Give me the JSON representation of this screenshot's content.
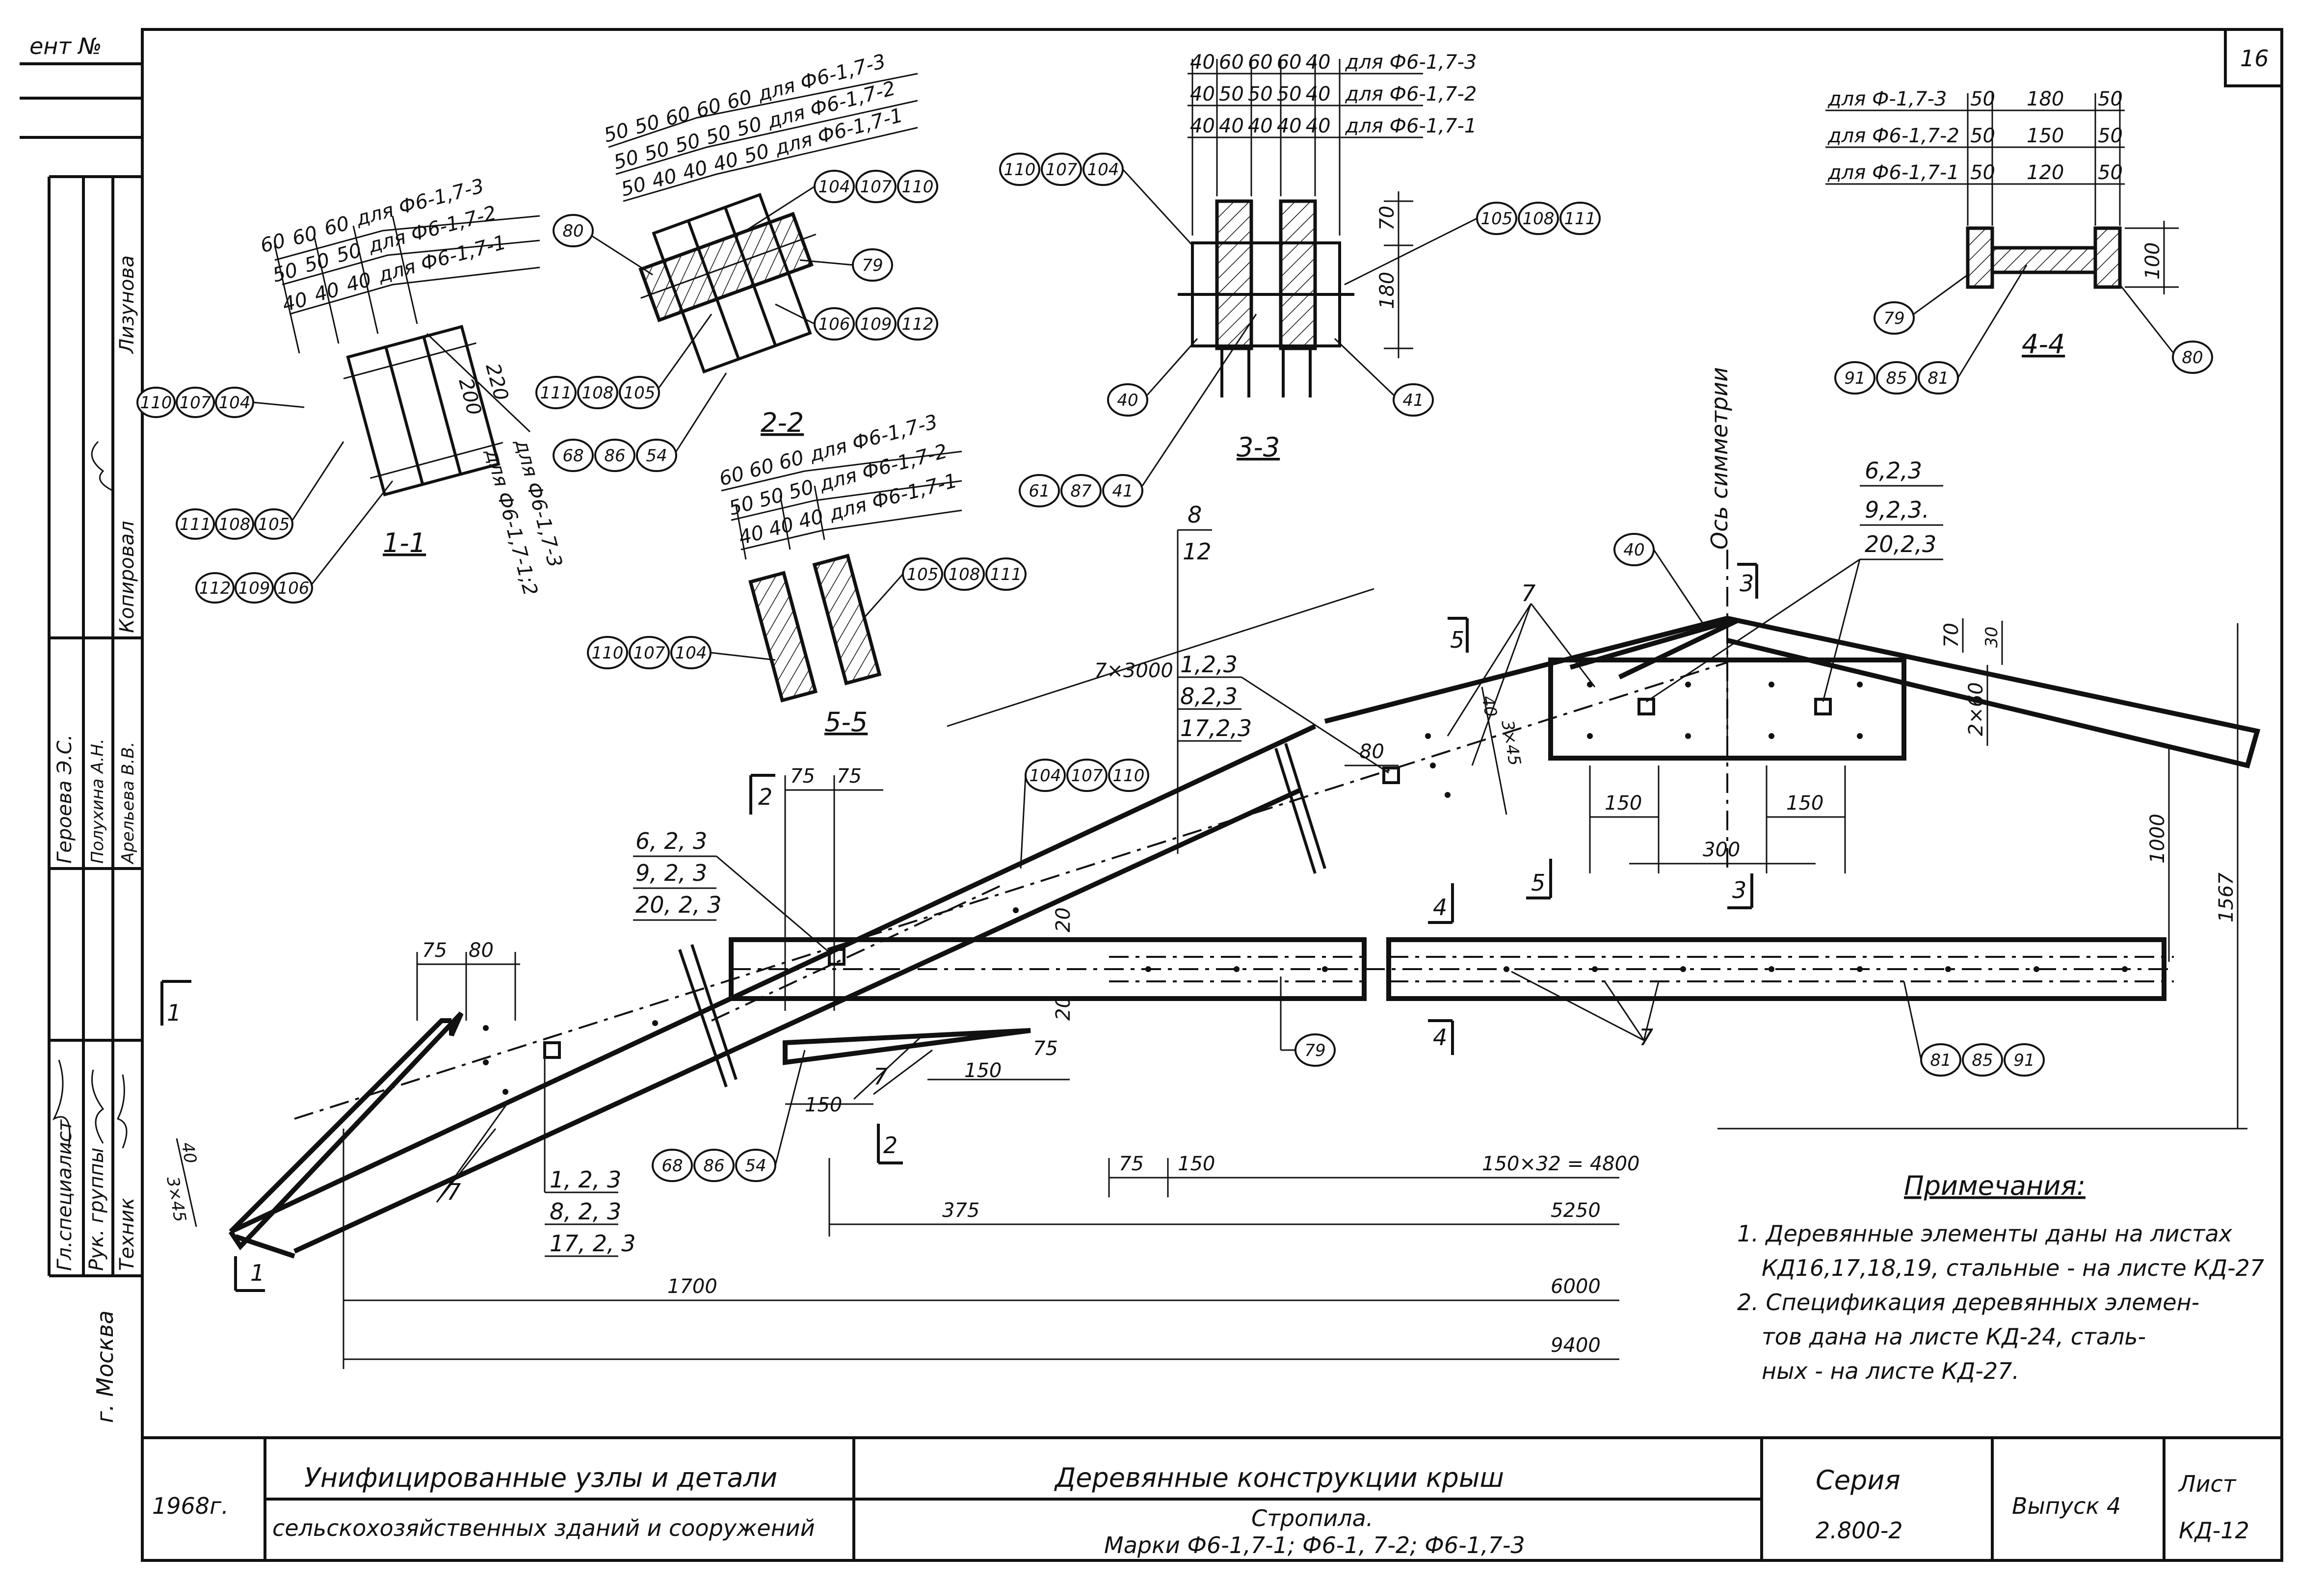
{
  "sheet": {
    "corner_label": "ент №",
    "sheet_no": "16",
    "note_title": "Примечания:",
    "notes": [
      "1. Деревянные элементы даны на листах",
      "КД16,17,18,19, стальные - на листе КД-27",
      "2. Спецификация деревянных элемен-",
      "тов дана на листе КД-24, сталь-",
      "ных - на листе КД-27."
    ]
  },
  "side_stamp": {
    "roles": [
      "Гл.специалист",
      "Рук. группы",
      "Техник"
    ],
    "names": [
      "Героева Э.С.",
      "Полухина А.Н.",
      "Арельева В.В."
    ],
    "extra_roles": [
      "Копировал",
      "Лизунова"
    ],
    "city": "г. Москва"
  },
  "title_block": {
    "year": "1968г.",
    "project_line1": "Унифицированные узлы и детали",
    "project_line2": "сельскохозяйственных зданий и сооружений",
    "title_main": "Деревянные конструкции крыш",
    "title_sub1": "Стропила.",
    "title_sub2": "Марки  Ф6-1,7-1;  Ф6-1, 7-2;  Ф6-1,7-3",
    "series_label": "Серия",
    "series_value": "2.800-2",
    "issue": "Выпуск 4",
    "sheet_label": "Лист",
    "sheet_value": "КД-12"
  },
  "sections": {
    "s11": {
      "title": "1-1",
      "dims": [
        "60",
        "60",
        "60",
        "для Ф6-1,7-3",
        "50",
        "50",
        "50",
        "для Ф6-1,7-2",
        "40",
        "40",
        "40",
        "для Ф6-1,7-1"
      ],
      "side": [
        "200",
        "220",
        "для Ф6-1,7-1;2",
        "для Ф6-1,7-3"
      ],
      "bubbles": [
        [
          "110",
          "107",
          "104"
        ],
        [
          "111",
          "108",
          "105"
        ],
        [
          "112",
          "109",
          "106"
        ]
      ]
    },
    "s22": {
      "title": "2-2",
      "dims": [
        "50",
        "50",
        "60",
        "60",
        "60",
        "для Ф6-1,7-3",
        "50",
        "50",
        "50",
        "50",
        "50",
        "для Ф6-1,7-2",
        "50",
        "40",
        "40",
        "40",
        "50",
        "для Ф6-1,7-1"
      ],
      "bubbles": [
        [
          "80"
        ],
        [
          "104",
          "107",
          "110"
        ],
        [
          "79"
        ],
        [
          "106",
          "109",
          "112"
        ],
        [
          "111",
          "108",
          "105"
        ],
        [
          "68",
          "86",
          "54"
        ]
      ]
    },
    "s33": {
      "title": "3-3",
      "dims": [
        "40",
        "60",
        "60",
        "60",
        "40",
        "для Ф6-1,7-3",
        "40",
        "50",
        "50",
        "50",
        "40",
        "для Ф6-1,7-2",
        "40",
        "40",
        "40",
        "40",
        "40",
        "для Ф6-1,7-1"
      ],
      "side": [
        "70",
        "180"
      ],
      "bubbles": [
        [
          "110",
          "107",
          "104"
        ],
        [
          "105",
          "108",
          "111"
        ],
        [
          "40"
        ],
        [
          "41"
        ],
        [
          "61",
          "87",
          "41"
        ]
      ]
    },
    "s44": {
      "title": "4-4",
      "rows": [
        [
          "для Ф-1,7-3",
          "50",
          "180",
          "50"
        ],
        [
          "для Ф6-1,7-2",
          "50",
          "150",
          "50"
        ],
        [
          "для Ф6-1,7-1",
          "50",
          "120",
          "50"
        ]
      ],
      "side": "100",
      "bubbles": [
        [
          "79"
        ],
        [
          "80"
        ],
        [
          "91",
          "85",
          "81"
        ]
      ]
    },
    "s55": {
      "title": "5-5",
      "dims": [
        "60",
        "60",
        "60",
        "для Ф6-1,7-3",
        "50",
        "50",
        "50",
        "для Ф6-1,7-2",
        "40",
        "40",
        "40",
        "для Ф6-1,7-1"
      ],
      "bubbles": [
        [
          "110",
          "107",
          "104"
        ],
        [
          "105",
          "108",
          "111"
        ]
      ]
    }
  },
  "elevation": {
    "axis_label": "Ось симметрии",
    "cut_marks": [
      "1",
      "1",
      "2",
      "2",
      "3",
      "3",
      "4",
      "4",
      "5",
      "5"
    ],
    "leaders": {
      "a": [
        "6, 2, 3",
        "9, 2, 3",
        "20, 2, 3"
      ],
      "b": [
        "1, 2, 3",
        "8, 2, 3",
        "17, 2, 3"
      ],
      "c": [
        "1,2,3",
        "8,2,3",
        "17,2,3"
      ],
      "d": [
        "6,2,3",
        "9,2,3.",
        "20,2,3"
      ],
      "e": [
        "8",
        "12"
      ]
    },
    "nail_mark": "7",
    "bubbles": [
      [
        "104",
        "107",
        "110"
      ],
      [
        "40"
      ],
      [
        "79"
      ],
      [
        "81",
        "85",
        "91"
      ],
      [
        "68",
        "86",
        "54"
      ]
    ],
    "dims": {
      "d7x3000": "7×3000",
      "d75a": "75",
      "d75b": "75",
      "d75c": "75",
      "d80a": "80",
      "d80b": "80",
      "d20a": "20",
      "d20b": "20",
      "d150a": "150",
      "d150b": "150",
      "d150c": "150",
      "d150d": "150",
      "d150e": "150",
      "d300": "300",
      "d70": "70",
      "d30": "30",
      "d2x60": "2×60",
      "d1000": "1000",
      "d1567": "1567",
      "d40a": "40",
      "d40b": "40",
      "d3x45a": "3×45",
      "d3x45b": "3×45",
      "d150x32": "150×32 = 4800",
      "d375": "375",
      "d5250": "5250",
      "d1700": "1700",
      "d6000": "6000",
      "d9400": "9400"
    }
  }
}
